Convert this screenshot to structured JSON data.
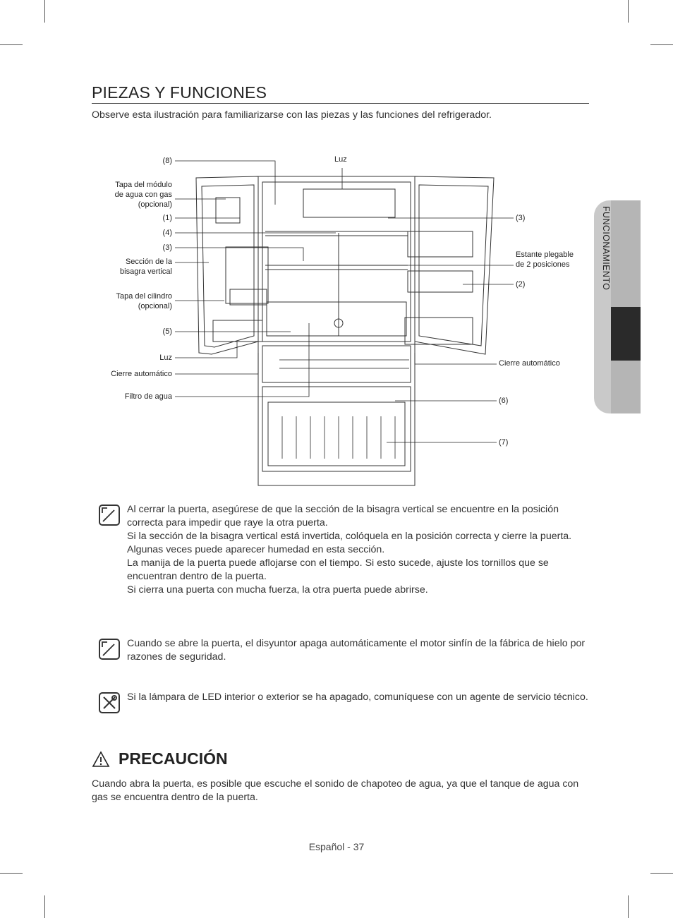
{
  "section_title": "PIEZAS Y FUNCIONES",
  "intro": "Observe esta ilustración para familiarizarse con las piezas y las funciones del refrigerador.",
  "side_tab": "FUNCIONAMIENTO",
  "labels": {
    "l8": "(8)",
    "luz_top": "Luz",
    "tapa_modulo_1": "Tapa del módulo",
    "tapa_modulo_2": "de agua con gas",
    "tapa_modulo_3": "(opcional)",
    "l1": "(1)",
    "l4": "(4)",
    "l3_left": "(3)",
    "bisagra_1": "Sección de la",
    "bisagra_2": "bisagra vertical",
    "cilindro_1": "Tapa del cilindro",
    "cilindro_2": "(opcional)",
    "l5": "(5)",
    "luz_left": "Luz",
    "cierre_left": "Cierre automático",
    "filtro": "Filtro de agua",
    "l3_right": "(3)",
    "estante_1": "Estante plegable",
    "estante_2": "de 2 posiciones",
    "l2": "(2)",
    "cierre_right": "Cierre automático",
    "l6": "(6)",
    "l7": "(7)"
  },
  "notes": [
    {
      "icon": "note-pencil-icon",
      "lines": [
        "Al cerrar la puerta, asegúrese de que la sección de la bisagra vertical se encuentre en la posición correcta para impedir que raye la otra puerta.",
        "Si la sección de la bisagra vertical está invertida, colóquela en la posición correcta y cierre la puerta.",
        "Algunas veces puede aparecer humedad en esta sección.",
        "La manija de la puerta puede aflojarse con el tiempo. Si esto sucede, ajuste los tornillos que se encuentran dentro de la puerta.",
        "Si cierra una puerta con mucha fuerza, la otra puerta puede abrirse."
      ]
    },
    {
      "icon": "note-pencil-icon",
      "lines": [
        "Cuando se abre la puerta, el disyuntor apaga automáticamente el motor sinfín de la fábrica de hielo por razones de seguridad."
      ]
    },
    {
      "icon": "service-tools-icon",
      "lines": [
        "Si la lámpara de LED interior o exterior se ha apagado, comuníquese con un agente de servicio técnico."
      ]
    }
  ],
  "caution": {
    "title": "PRECAUCIÓN",
    "text": "Cuando abra la puerta, es posible que escuche el sonido de chapoteo de agua, ya que el tanque de agua con gas se encuentra dentro de la puerta."
  },
  "footer": "Español - 37"
}
